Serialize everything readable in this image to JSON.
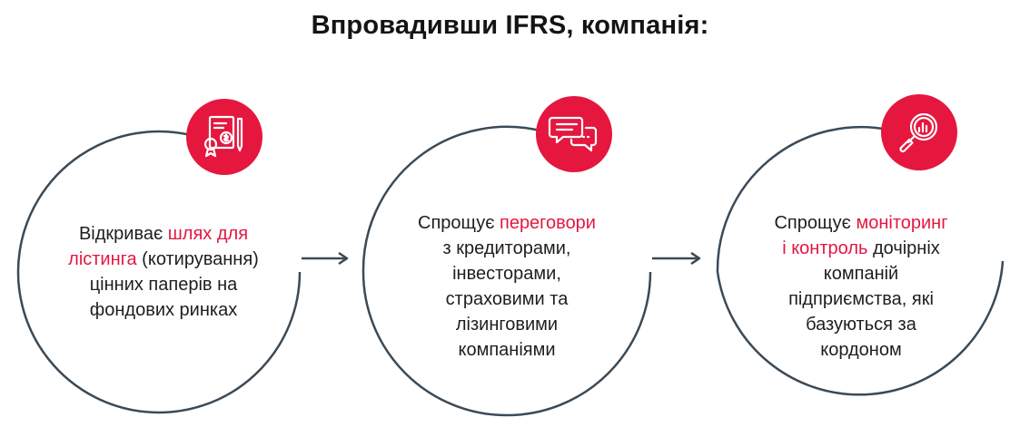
{
  "title": "Впровадивши IFRS, компанія:",
  "accent_color": "#e5173f",
  "line_color": "#3b4a57",
  "cards": [
    {
      "icon": "document-certificate-icon",
      "lines": [
        [
          {
            "t": "Відкриває ",
            "h": false
          },
          {
            "t": "шлях для",
            "h": true
          }
        ],
        [
          {
            "t": "лістинга",
            "h": true
          },
          {
            "t": " (котирування)",
            "h": false
          }
        ],
        [
          {
            "t": "цінних паперів на",
            "h": false
          }
        ],
        [
          {
            "t": "фондових ринках",
            "h": false
          }
        ]
      ]
    },
    {
      "icon": "chat-bubbles-icon",
      "lines": [
        [
          {
            "t": "Спрощує ",
            "h": false
          },
          {
            "t": "переговори",
            "h": true
          }
        ],
        [
          {
            "t": "з кредиторами,",
            "h": false
          }
        ],
        [
          {
            "t": "інвесторами,",
            "h": false
          }
        ],
        [
          {
            "t": "страховими та",
            "h": false
          }
        ],
        [
          {
            "t": "лізинговими",
            "h": false
          }
        ],
        [
          {
            "t": "компаніями",
            "h": false
          }
        ]
      ]
    },
    {
      "icon": "magnifier-chart-icon",
      "lines": [
        [
          {
            "t": "Спрощує ",
            "h": false
          },
          {
            "t": "моніторинг",
            "h": true
          }
        ],
        [
          {
            "t": "і контроль",
            "h": true
          },
          {
            "t": " дочірніх",
            "h": false
          }
        ],
        [
          {
            "t": "компаній",
            "h": false
          }
        ],
        [
          {
            "t": "підприємства, які",
            "h": false
          }
        ],
        [
          {
            "t": "базуються за",
            "h": false
          }
        ],
        [
          {
            "t": "кордоном",
            "h": false
          }
        ]
      ]
    }
  ]
}
